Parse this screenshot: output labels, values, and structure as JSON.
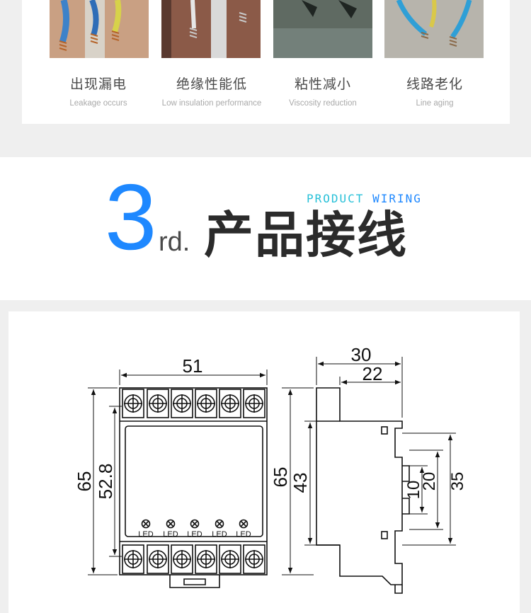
{
  "issues": [
    {
      "cn": "出现漏电",
      "en": "Leakage occurs"
    },
    {
      "cn": "绝缘性能低",
      "en": "Low insulation performance"
    },
    {
      "cn": "粘性减小",
      "en": "Viscosity reduction"
    },
    {
      "cn": "线路老化",
      "en": "Line aging"
    }
  ],
  "section": {
    "number": "3",
    "suffix": "rd.",
    "subtitle_part1": "PRODUCT",
    "subtitle_part2": "WIRING",
    "title": "产品接线"
  },
  "dimensions": {
    "front_width": "51",
    "front_height": "65",
    "front_inner_height": "52.8",
    "side_depth": "30",
    "side_inner_depth": "22",
    "side_height": "65",
    "side_inner_height": "43",
    "rail_10": "10",
    "rail_20": "20",
    "rail_35": "35"
  },
  "led_labels": [
    "LED",
    "LED",
    "LED",
    "LED",
    "LED"
  ],
  "colors": {
    "accent_blue": "#1e88ff",
    "accent_cyan": "#27c0d8"
  }
}
